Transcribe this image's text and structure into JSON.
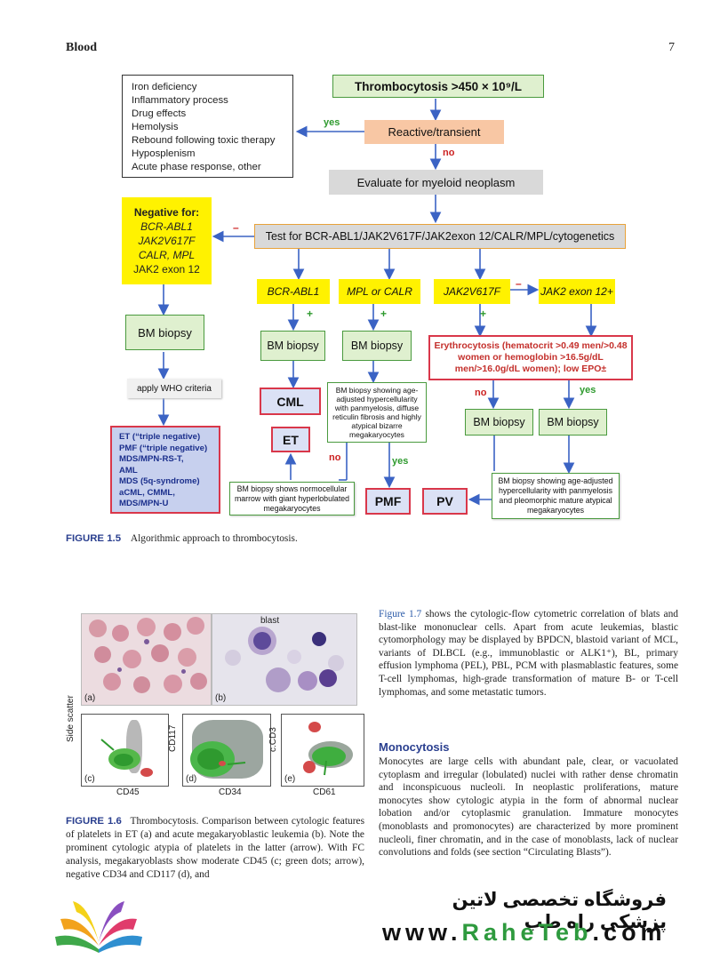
{
  "header": {
    "journal": "Blood",
    "page_number": "7"
  },
  "flowchart": {
    "top": "Thrombocytosis >450 × 10⁹/L",
    "reactive": "Reactive/transient",
    "causes": [
      "Iron deficiency",
      "Inflammatory process",
      "Drug effects",
      "Hemolysis",
      "Rebound following toxic therapy",
      "Hyposplenism",
      "Acute phase response, other"
    ],
    "yes": "yes",
    "no": "no",
    "plus": "+",
    "minus": "–",
    "evaluate": "Evaluate for myeloid neoplasm",
    "test": "Test for BCR-ABL1/JAK2V617F/JAK2exon 12/CALR/MPL/cytogenetics",
    "negative_title": "Negative for:",
    "negative_items": [
      "BCR-ABL1",
      "JAK2V617F",
      "CALR, MPL",
      "JAK2 exon 12"
    ],
    "bcr": "BCR-ABL1",
    "mpl_calr": "MPL or CALR",
    "jak2v": "JAK2V617F",
    "jak2exon": "JAK2 exon 12+",
    "bm_biopsy": "BM biopsy",
    "apply_who": "apply WHO criteria",
    "who_list": [
      "ET (“triple negative)",
      "PMF (“triple negative)",
      "MDS/MPN-RS-T,",
      "AML",
      "MDS (5q-syndrome)",
      "aCML, CMML,",
      "MDS/MPN-U"
    ],
    "cml": "CML",
    "et": "ET",
    "pmf": "PMF",
    "pv": "PV",
    "erythro": "Erythrocytosis (hematocrit >0.49 men/>0.48 women or hemoglobin >16.5g/dL men/>16.0g/dL women); low EPO±",
    "bm_age": "BM biopsy showing age-adjusted hypercellularity with panmyelosis, diffuse reticulin fibrosis and highly atypical bizarre megakaryocytes",
    "bm_normo": "BM biopsy shows normocellular marrow with giant hyperlobulated megakaryocytes",
    "bm_pv": "BM biopsy showing age-adjusted hypercellularity with panmyelosis and pleomorphic mature atypical megakaryocytes"
  },
  "figure15_caption": {
    "label": "FIGURE 1.5",
    "text": "Algorithmic approach to thrombocytosis."
  },
  "figure16": {
    "panel_labels": [
      "(a)",
      "(b)",
      "(c)",
      "(d)",
      "(e)"
    ],
    "blast_label": "blast",
    "axis_labels": {
      "c_y": "Side scatter",
      "c_x": "CD45",
      "d_y": "CD117",
      "d_x": "CD34",
      "e_y": "c.CD3",
      "e_x": "CD61"
    }
  },
  "figure16_caption": {
    "label": "FIGURE 1.6",
    "text": "Thrombocytosis. Comparison between cytologic features of platelets in ET (a) and acute megakaryoblastic leukemia (b). Note the prominent cytologic atypia of platelets in the latter (arrow). With FC analysis, megakaryoblasts show moderate CD45 (c; green dots; arrow), negative CD34 and CD117 (d), and"
  },
  "right_text": {
    "ref": "Figure 1.7",
    "para1": "shows the cytologic-flow cytometric correlation of blats and blast-like mononuclear cells. Apart from acute leukemias, blastic cytomorphology may be displayed by BPDCN, blastoid variant of MCL, variants of DLBCL (e.g., immunoblastic or ALK1⁺), BL, primary effusion lymphoma (PEL), PBL, PCM with plasmablastic features, some T-cell lymphomas, high-grade transformation of mature B- or T-cell lymphomas, and some metastatic tumors.",
    "heading": "Monocytosis",
    "para2": "Monocytes are large cells with abundant pale, clear, or vacuolated cytoplasm and irregular (lobulated) nuclei with rather dense chromatin and inconspicuous nucleoli. In neoplastic proliferations, mature monocytes show cytologic atypia in the form of abnormal nuclear lobation and/or cytoplasmic granulation. Immature monocytes (monoblasts and promonocytes) are characterized by more prominent nucleoli, finer chromatin, and in the case of monoblasts, lack of nuclear convolutions and folds (see section “Circulating Blasts”)."
  },
  "footer": {
    "store": "فروشگاه تخصصی لاتین پزشکی راه طب",
    "url_prefix": "www.",
    "url_brand": "RaheTeb",
    "url_suffix": ".com"
  },
  "colors": {
    "green_border": "#4a9a3e",
    "red_border": "#d9374a",
    "arrow_blue": "#3b63c4",
    "caption_blue": "#2a3f8f",
    "brand_green": "#2e9a3e"
  }
}
